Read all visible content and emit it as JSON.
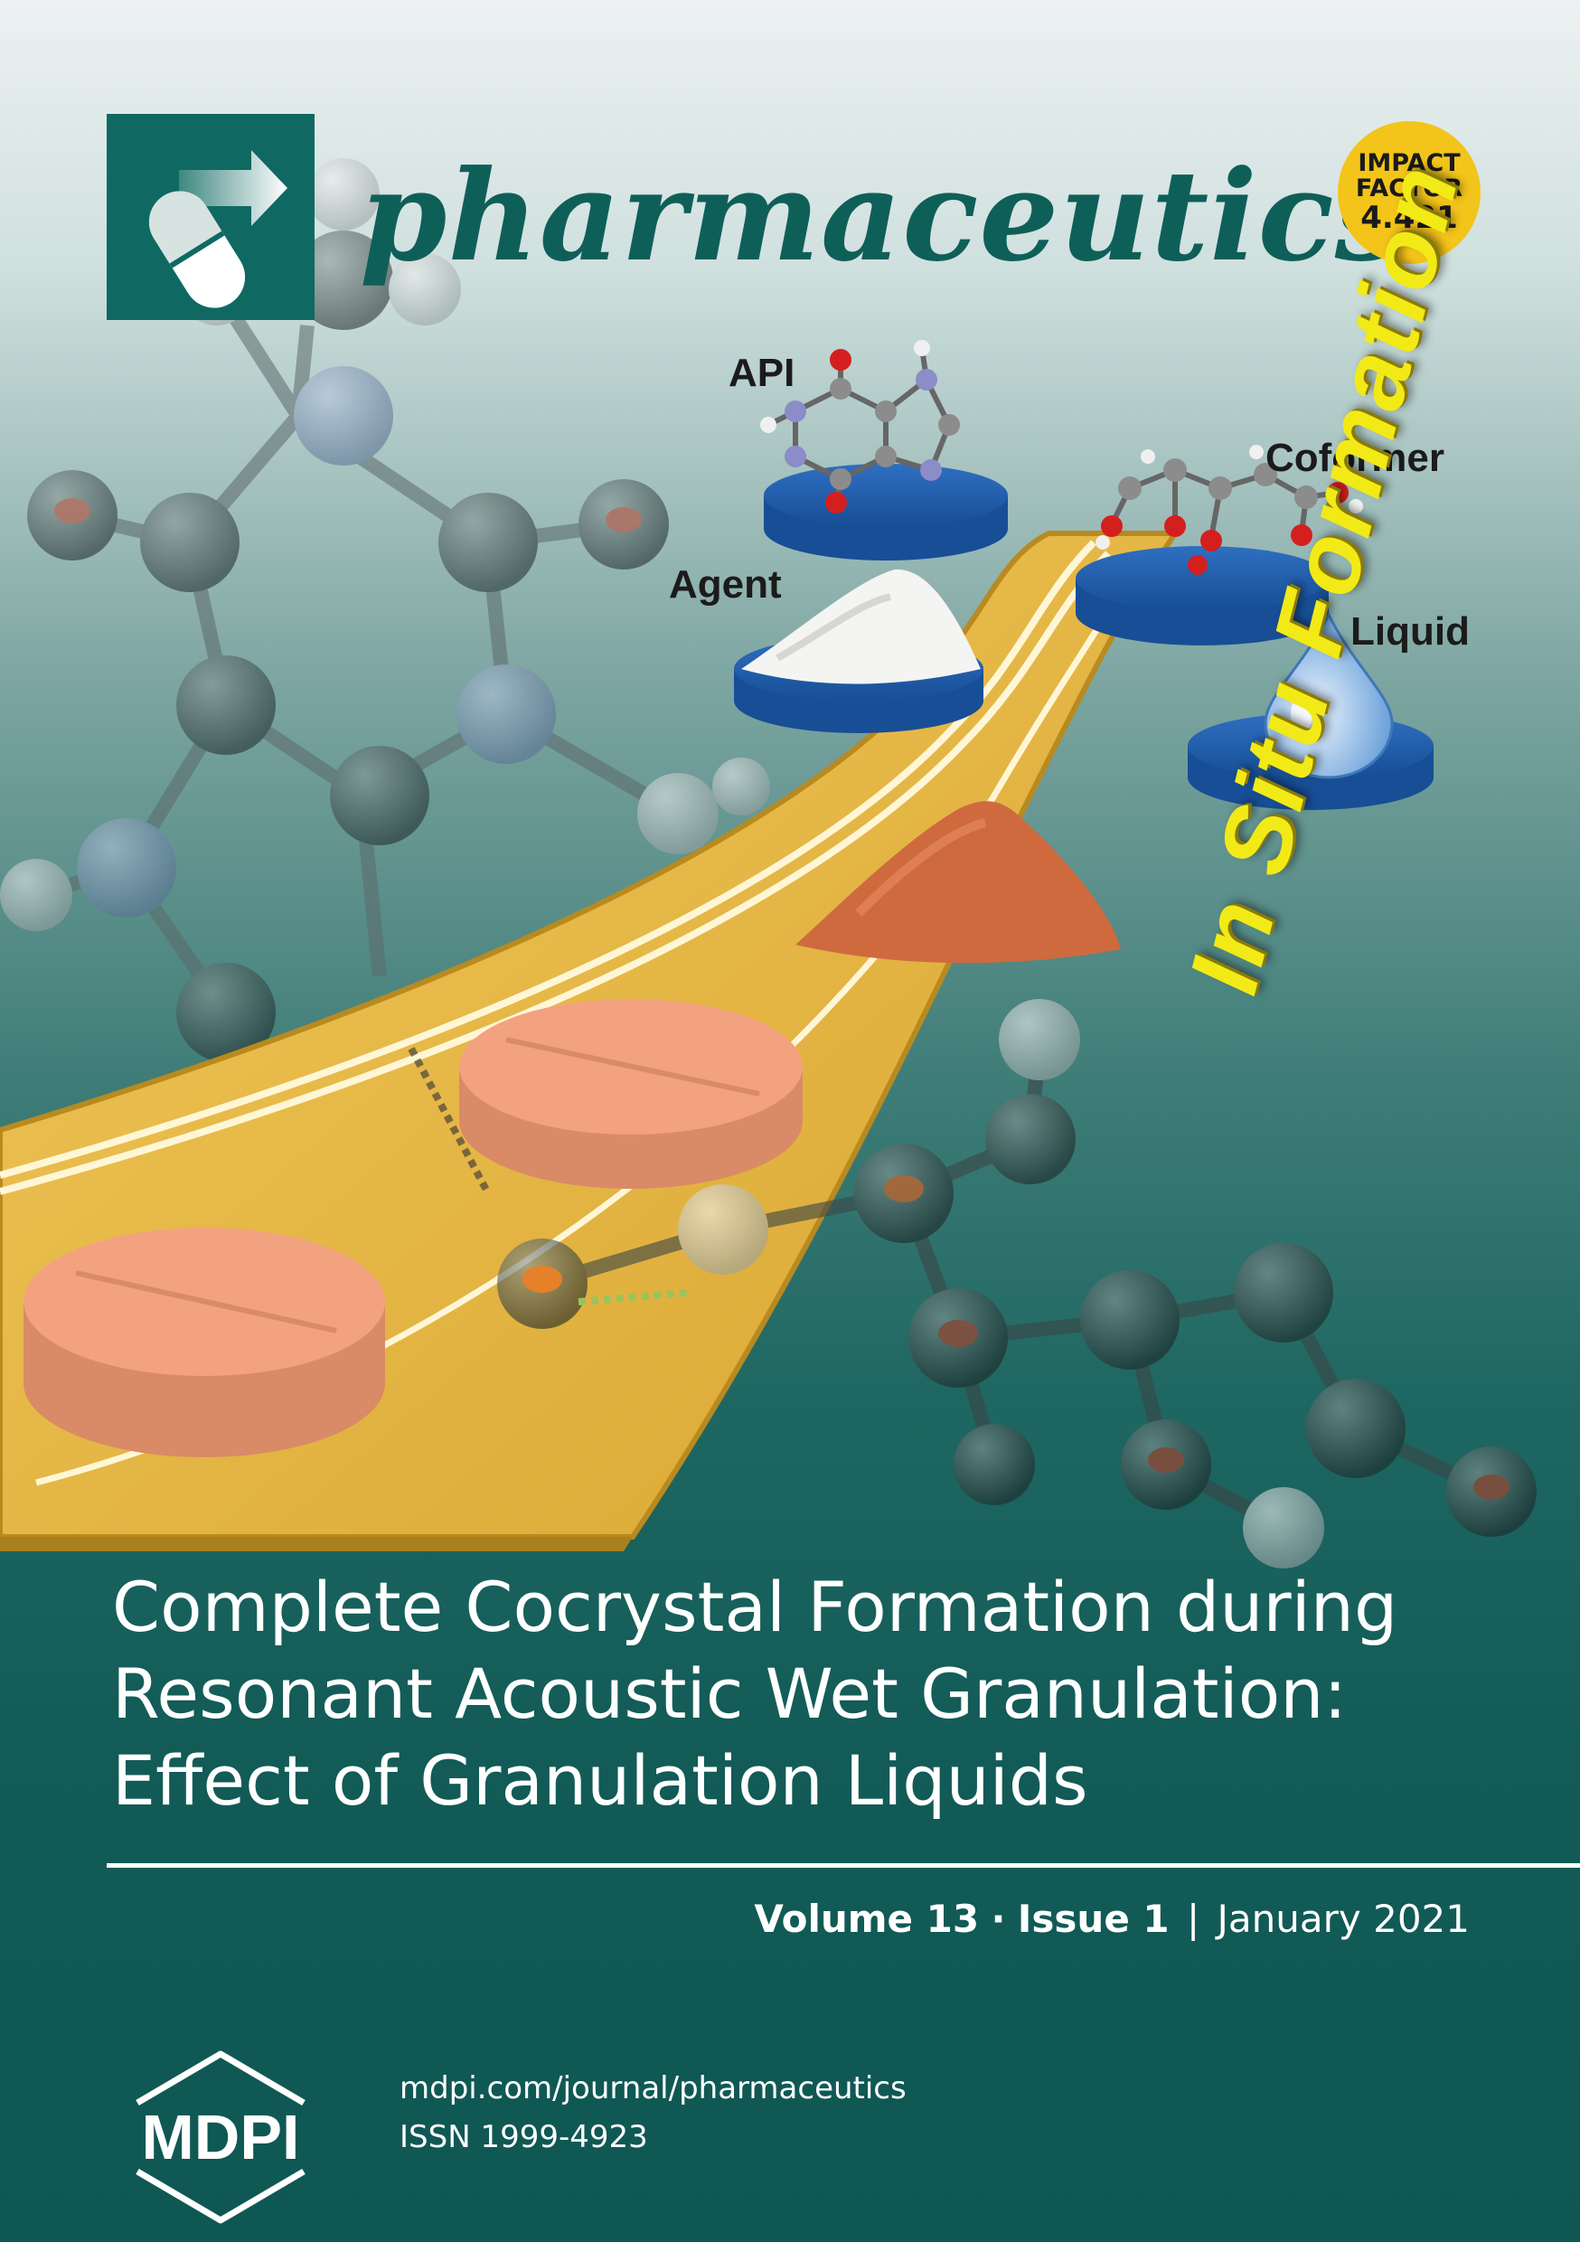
{
  "header": {
    "journal_name": "pharmaceutics",
    "impact_factor": {
      "line1": "IMPACT",
      "line2": "FACTOR",
      "value": "4.421"
    }
  },
  "illustration": {
    "labels": {
      "api": "API",
      "coformer": "Coformer",
      "agent": "Agent",
      "liquid": "Liquid",
      "in_situ": "In Situ Formation"
    }
  },
  "article": {
    "title_lines": [
      "Complete Cocrystal Formation during",
      "Resonant Acoustic Wet Granulation:",
      "Effect of Granulation Liquids"
    ]
  },
  "issue": {
    "volume": "Volume 13",
    "dot": "·",
    "issue": "Issue 1",
    "divider": "|",
    "date": "January 2021"
  },
  "footer": {
    "publisher": "MDPI",
    "url": "mdpi.com/journal/pharmaceutics",
    "issn": "ISSN 1999-4923"
  },
  "colors": {
    "brand_teal": "#0f6962",
    "impact_yellow": "#f3c41a",
    "road_yellow": "#e7b73a",
    "tablet_orange": "#ee9a75",
    "in_situ_yellow": "#f2ea16"
  }
}
